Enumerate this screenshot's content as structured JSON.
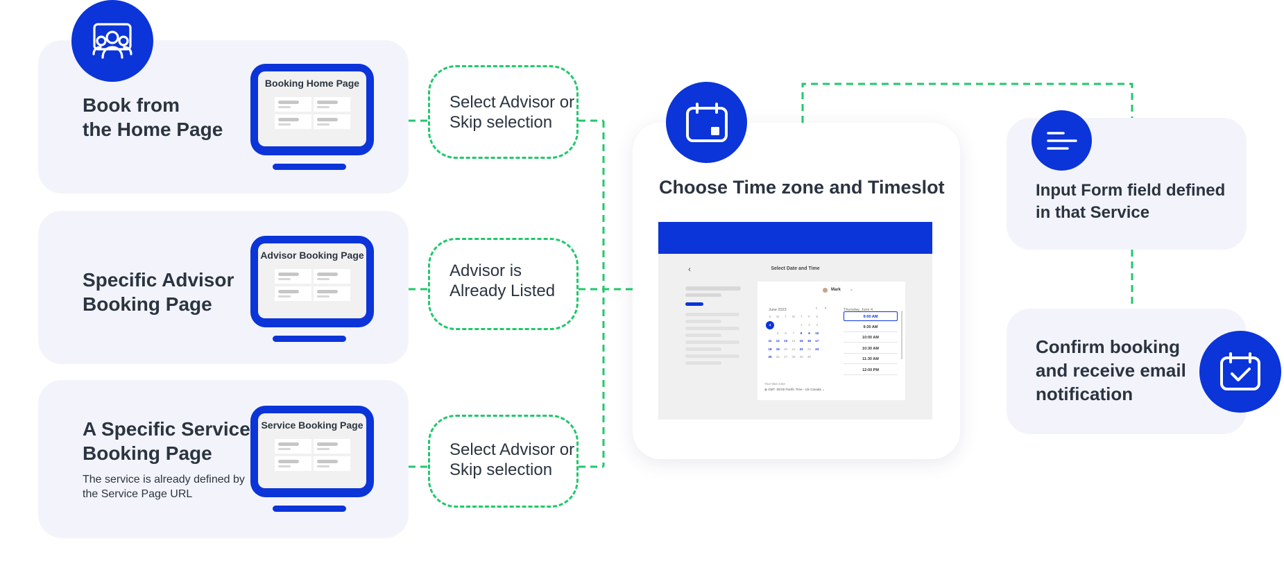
{
  "colors": {
    "primary": "#0b34d9",
    "connector": "#1fc86b",
    "panel": "#f3f4fb",
    "text": "#2b3440"
  },
  "left_cards": [
    {
      "title_line1": "Book from",
      "title_line2": "the Home Page",
      "note_line1": "",
      "note_line2": "",
      "screen_label": "Booking Home Page"
    },
    {
      "title_line1": "Specific Advisor",
      "title_line2": "Booking Page",
      "note_line1": "",
      "note_line2": "",
      "screen_label": "Advisor Booking Page"
    },
    {
      "title_line1": "A Specific Service",
      "title_line2": "Booking Page",
      "note_line1": "The service is already defined by",
      "note_line2": "the Service Page URL",
      "screen_label": "Service Booking Page"
    }
  ],
  "steps": [
    {
      "line1": "Select Advisor or",
      "line2": "Skip selection"
    },
    {
      "line1": "Advisor is",
      "line2": "Already Listed"
    },
    {
      "line1": "Select Advisor or",
      "line2": "Skip selection"
    }
  ],
  "center": {
    "title": "Choose Time zone and Timeslot",
    "screenshot": {
      "back_symbol": "‹",
      "header": "Select Date and Time",
      "advisor": "Mark",
      "month": "June 2023",
      "weekdays": [
        "S",
        "M",
        "T",
        "W",
        "T",
        "F",
        "S"
      ],
      "week_rows": [
        [
          "",
          "",
          "",
          "",
          "1",
          "2",
          "3"
        ],
        [
          "4",
          "5",
          "6",
          "7",
          "8",
          "9",
          "10"
        ],
        [
          "11",
          "12",
          "13",
          "14",
          "15",
          "16",
          "17"
        ],
        [
          "18",
          "19",
          "20",
          "21",
          "22",
          "23",
          "24"
        ],
        [
          "25",
          "26",
          "27",
          "28",
          "29",
          "30",
          ""
        ]
      ],
      "selected_day_label": "Thursday, June 4",
      "timeslots": [
        "9:00 AM",
        "9:30 AM",
        "10:00 AM",
        "10:30 AM",
        "11:30 AM",
        "12:00 PM"
      ],
      "timezone_label": "Your time zone",
      "timezone_value": "GMT -08:00 Pacific Time - US Canada"
    }
  },
  "right_cards": [
    {
      "line1": "Input Form field defined",
      "line2": "in that Service",
      "line3": ""
    },
    {
      "line1": "Confirm booking",
      "line2": "and receive email",
      "line3": "notification"
    }
  ],
  "icons": [
    "people-icon",
    "calendar-icon",
    "text-lines-icon",
    "calendar-check-icon"
  ]
}
